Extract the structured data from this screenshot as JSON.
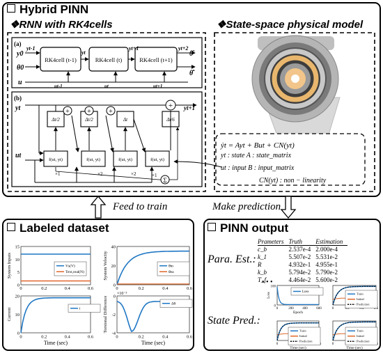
{
  "hybrid": {
    "title": "Hybrid PINN"
  },
  "rnn": {
    "subtitle": "❖RNN with RK4cells",
    "a": {
      "label": "(a)",
      "cells": [
        "RK4cell (t-1)",
        "RK4cell (t)",
        "RK4cell (t+1)"
      ],
      "y_in": "y0",
      "theta_in": "θ0",
      "u_in": "u",
      "y_states": [
        "yt-1",
        "yt",
        "yt+1",
        "yt+2"
      ],
      "inputs": [
        "ut-1",
        "ut",
        "ut+1"
      ],
      "outputs": [
        "θ̂",
        "θ̂̇"
      ]
    },
    "b": {
      "label": "(b)",
      "y_in": "yt",
      "u_in": "ut",
      "y_out": "yt+1",
      "steps": [
        "Δt/2",
        "Δt/2",
        "Δt",
        "Δt/6"
      ],
      "f": "f(ut, yt)",
      "weights": [
        "×1",
        "×2",
        "×2",
        "×1"
      ],
      "sum": "Σ",
      "plus": "+"
    }
  },
  "ss": {
    "subtitle": "❖State-space physical model",
    "eq1": "ẏt = Ayt + But + CN(yt)",
    "eq2": "yt : state   A : state_matrix",
    "eq3": "ut : input  B : input_matrix",
    "eq4": "CN(yt) : non − linearity"
  },
  "feed": "Feed to train",
  "predict": "Make prediction",
  "dataset": {
    "title": "Labeled dataset",
    "xlabel": "Time (sec)",
    "charts": [
      {
        "ylabel": "System Inputs",
        "ticks": [
          "0",
          "5",
          "10",
          "15"
        ],
        "xticks": [
          "0",
          "0.2",
          "0.4",
          "0.6"
        ],
        "legend": [
          "Vs(V)",
          "Text,real(N)"
        ]
      },
      {
        "ylabel": "System Velocity",
        "ticks": [
          "0",
          "20",
          "40"
        ],
        "xticks": [
          "0",
          "0.2",
          "0.4",
          "0.6"
        ],
        "legend": [
          "θ̇m",
          "θ̇ea"
        ]
      },
      {
        "ylabel": "Current",
        "ticks": [
          "0",
          "10",
          "20"
        ],
        "xticks": [
          "0",
          "0.2",
          "0.4",
          "0.6"
        ],
        "legend": [
          "i"
        ]
      },
      {
        "ylabel": "Torsional Difference",
        "ticks": [
          "-4",
          "-2",
          "0"
        ],
        "xticks": [
          "0",
          "0.2",
          "0.4",
          "0.6"
        ],
        "exp": "×10⁻³",
        "legend": [
          "Δθ"
        ]
      }
    ]
  },
  "pinn": {
    "title": "PINN output",
    "para_label": "Para. Est.:",
    "state_label": "State Pred.:",
    "table": {
      "headers": [
        "Prameters",
        "Truth",
        "Estimation"
      ],
      "rows": [
        [
          "c_b",
          "2.537e-4",
          "2.000e-4"
        ],
        [
          "k_1",
          "5.507e-2",
          "5.531e-2"
        ],
        [
          "R",
          "4.932e-1",
          "4.955e-1"
        ],
        [
          "k_b",
          "5.794e-2",
          "5.790e-2"
        ],
        [
          "T_f",
          "4.464e-2",
          "5.600e-2"
        ]
      ],
      "more": "• • •"
    },
    "loss": {
      "legend": "Loss",
      "xlabel": "Epoch",
      "ylabel": "Loss",
      "yticks": [
        "100",
        "0"
      ],
      "xticks": [
        "0",
        "200",
        "400",
        "600"
      ]
    },
    "legend": [
      "Train",
      "Initial",
      "Prediction"
    ],
    "xlabel": "Time (sec)",
    "xticks": [
      "0",
      "0.2",
      "0.4",
      "0.6"
    ]
  },
  "colors": {
    "blue": "#1f77c4",
    "orange": "#e0672a",
    "black": "#000000"
  }
}
